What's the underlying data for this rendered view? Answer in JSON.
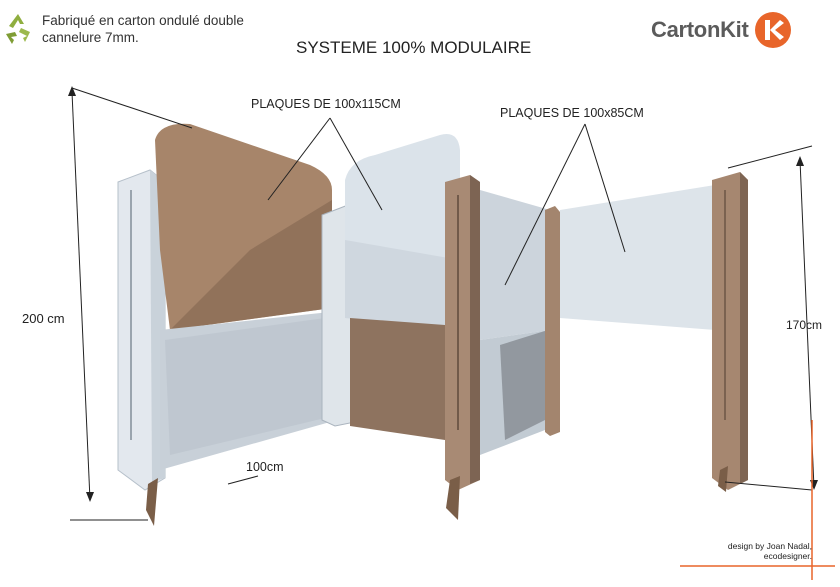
{
  "header": {
    "material_note_line1": "Fabriqué en carton ondulé double",
    "material_note_line2": "cannelure 7mm.",
    "title": "SYSTEME 100% MODULAIRE"
  },
  "logo": {
    "text": "CartonKit",
    "accent_color": "#e8652a"
  },
  "labels": {
    "large_plates": "PLAQUES DE 100x115CM",
    "small_plates": "PLAQUES DE 100x85CM"
  },
  "dimensions": {
    "height_left": "200 cm",
    "height_right": "170cm",
    "width_bottom": "100cm"
  },
  "credit": {
    "line1": "design by Joan Nadal,",
    "line2": "ecodesigner."
  },
  "colors": {
    "kraft": "#a9876a",
    "kraft_dark": "#7d6453",
    "white_panel": "#dfe5ea",
    "white_shadow": "#b8c2cc",
    "recycle_green": "#8fae3f"
  }
}
